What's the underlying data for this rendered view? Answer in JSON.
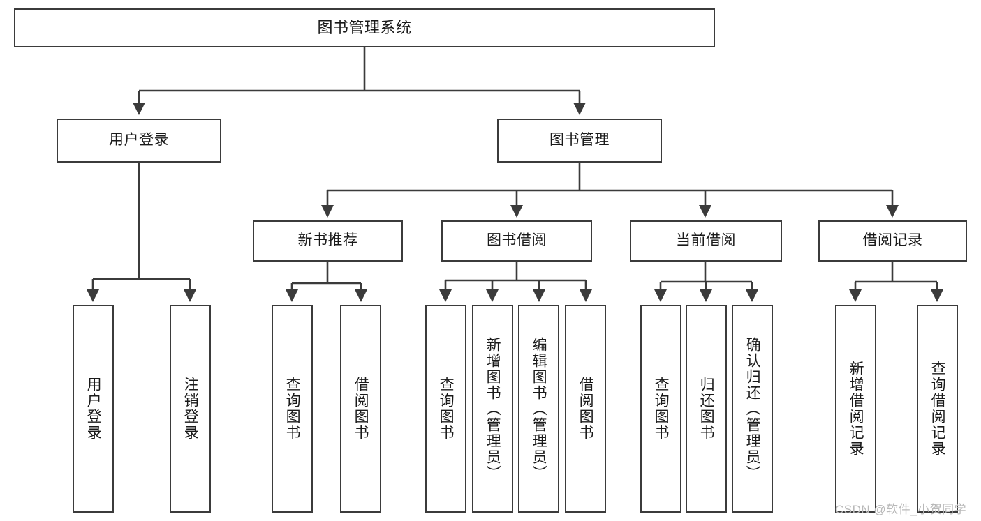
{
  "diagram": {
    "title": "图书管理系统",
    "type": "hierarchy-tree",
    "root": {
      "label": "图书管理系统"
    },
    "level2": [
      {
        "label": "用户登录"
      },
      {
        "label": "图书管理"
      }
    ],
    "level3": [
      {
        "label": "新书推荐"
      },
      {
        "label": "图书借阅"
      },
      {
        "label": "当前借阅"
      },
      {
        "label": "借阅记录"
      }
    ],
    "leaves": {
      "user_login": [
        {
          "label": "用户登录"
        },
        {
          "label": "注销登录"
        }
      ],
      "new_book_recommend": [
        {
          "label": "查询图书"
        },
        {
          "label": "借阅图书"
        }
      ],
      "book_borrow": [
        {
          "label": "查询图书"
        },
        {
          "label": "新增图书（管理员）"
        },
        {
          "label": "编辑图书（管理员）"
        },
        {
          "label": "借阅图书"
        }
      ],
      "current_borrow": [
        {
          "label": "查询图书"
        },
        {
          "label": "归还图书"
        },
        {
          "label": "确认归还（管理员）"
        }
      ],
      "borrow_record": [
        {
          "label": "新增借阅记录"
        },
        {
          "label": "查询借阅记录"
        }
      ]
    }
  },
  "watermark": {
    "text": "CSDN @软件_小贺同学"
  },
  "colors": {
    "stroke": "#3b3b3b",
    "fill": "#ffffff",
    "text": "#1a1a1a",
    "watermark": "#b9b9b9"
  }
}
